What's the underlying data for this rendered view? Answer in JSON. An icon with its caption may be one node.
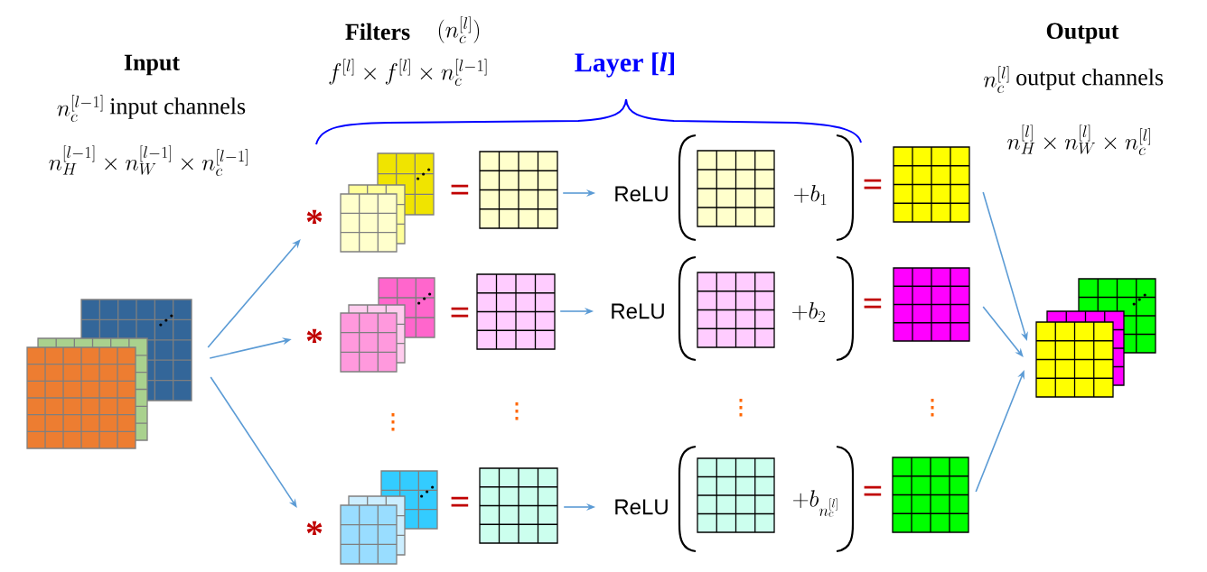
{
  "diagram": {
    "nodes": [
      {
        "text": [],
        "shape": "picture"
      },
      {
        "text": [],
        "shape": "picture"
      },
      {
        "text": [],
        "shape": "picture"
      },
      {
        "text": [],
        "shape": "picture"
      },
      {
        "text": [],
        "shape": "grid"
      },
      {
        "text": [],
        "shape": "grid"
      },
      {
        "text": [],
        "shape": "grid"
      },
      {
        "text": [
          "ReLU"
        ]
      },
      {
        "text": [
          "ReLU"
        ]
      },
      {
        "text": [
          "ReLU"
        ]
      },
      {
        "text": [],
        "shape": "grid"
      },
      {
        "text": [],
        "shape": "grid"
      },
      {
        "text": [],
        "shape": "grid"
      },
      {
        "text": [],
        "shape": "grid"
      },
      {
        "text": [],
        "shape": "grid"
      },
      {
        "text": [],
        "shape": "grid"
      },
      {
        "text": [],
        "shape": "picture"
      }
    ],
    "edges": [
      {
        "from": 0,
        "to": 1,
        "arrow": "to"
      },
      {
        "from": 0,
        "to": 2,
        "arrow": "to"
      },
      {
        "from": 0,
        "to": 3,
        "arrow": "to"
      },
      {
        "from": 4,
        "to": 7,
        "arrow": "to"
      },
      {
        "from": 5,
        "to": 8,
        "arrow": "to"
      },
      {
        "from": 6,
        "to": 9,
        "arrow": "to"
      },
      {
        "from": 13,
        "to": 16,
        "arrow": "to"
      },
      {
        "from": 14,
        "to": 16,
        "arrow": "to"
      },
      {
        "from": 15,
        "to": 16,
        "arrow": "to"
      }
    ],
    "labels": [
      "Input",
      "n_c^{[l-1]}",
      "input channels",
      "n_H^{[l-1]} \\times n_W^{[l-1]} \\times n_c^{[l-1]}",
      "Filters",
      "(n_c^{[l]})",
      "f^{[l]} \\times f^{[l]} \\times n_c^{[l-1]}",
      "Layer [*l*]",
      "Output",
      "n_c^{[l]}",
      "output channels",
      "n_H^{[l]} \\times n_W^{[l]} \\times n_c^{[l]}",
      "*",
      "*",
      "*",
      "=",
      "=",
      "=",
      "+b_1",
      "+b_2",
      "+b_{n_c^{[l]}}",
      "=",
      "=",
      "="
    ]
  }
}
